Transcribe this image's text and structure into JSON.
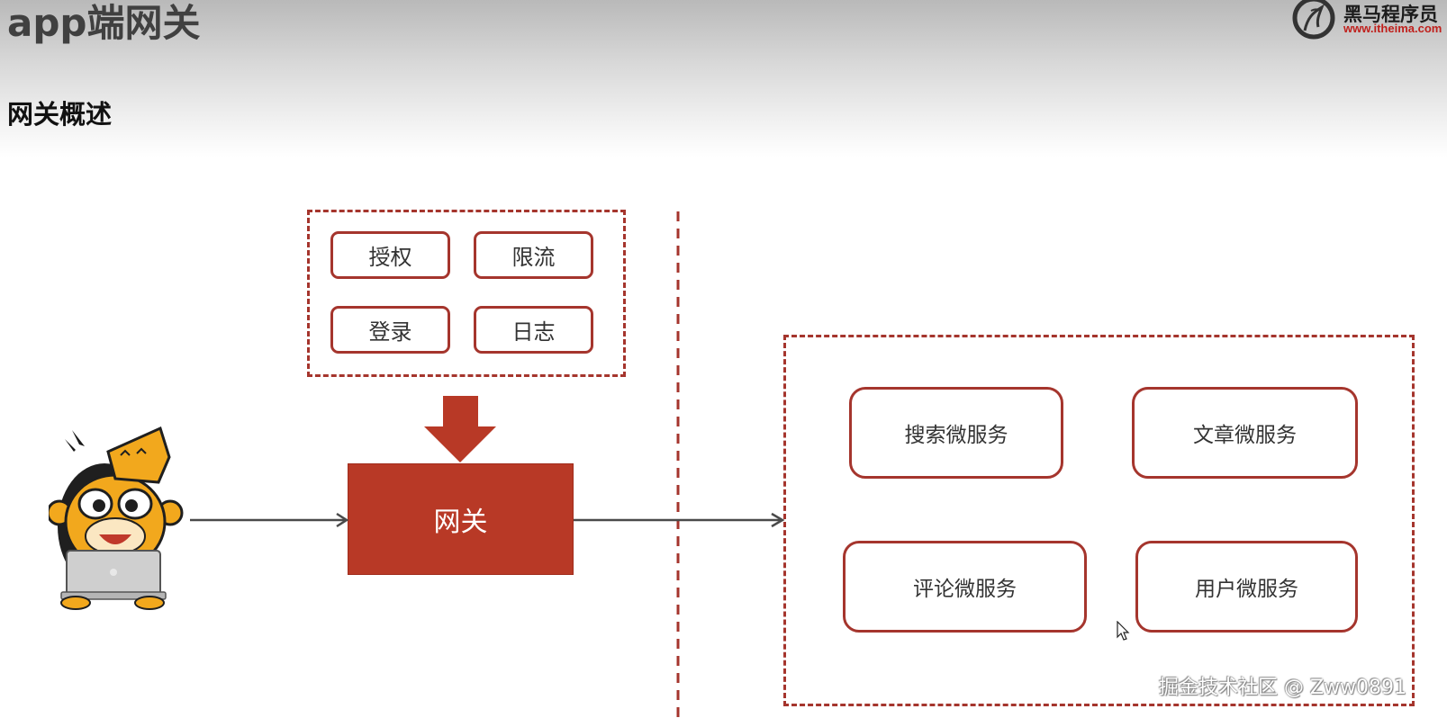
{
  "header": {
    "title": "app端网关",
    "subtitle": "网关概述"
  },
  "logo": {
    "brand_name": "黑马程序员",
    "url": "www.itheima.com"
  },
  "gateway": {
    "label": "网关",
    "functions": [
      "授权",
      "限流",
      "登录",
      "日志"
    ]
  },
  "services": [
    "搜索微服务",
    "文章微服务",
    "评论微服务",
    "用户微服务"
  ],
  "watermark": "掘金技术社区 @ Zww0891",
  "colors": {
    "accent": "#a5352d",
    "gateway_fill": "#b83926",
    "connector": "#4a4a4a"
  },
  "icons": {
    "client": "monkey-with-laptop-icon",
    "pointer": "mouse-cursor-icon"
  }
}
